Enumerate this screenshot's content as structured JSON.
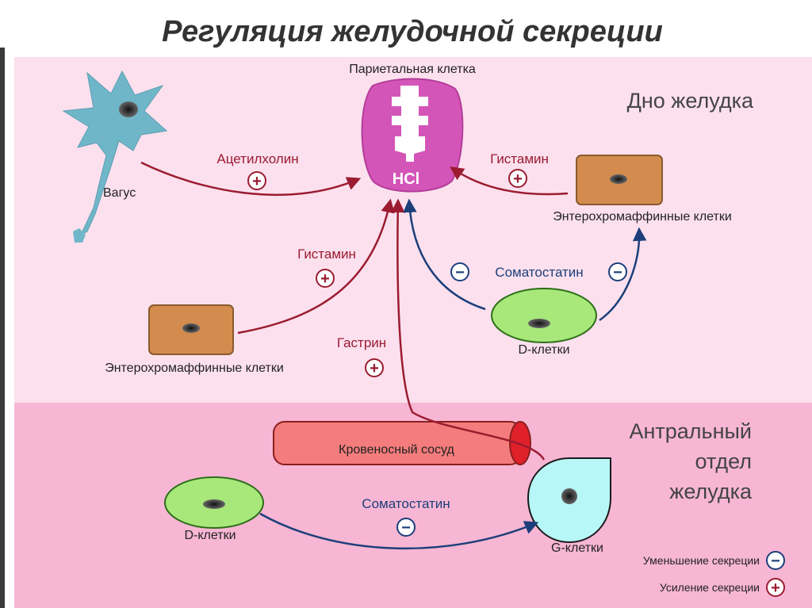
{
  "title": "Регуляция желудочной секреции",
  "zones": {
    "fundus": "Дно желудка",
    "antrum_line1": "Антральный",
    "antrum_line2": "отдел",
    "antrum_line3": "желудка"
  },
  "cells": {
    "parietal_label": "Париетальная клетка",
    "hcl": "HCl",
    "vagus": "Вагус",
    "ecl_left": "Энтерохромаффинные клетки",
    "ecl_right": "Энтерохромаффинные клетки",
    "d_cells_top": "D-клетки",
    "d_cells_bottom": "D-клетки",
    "g_cells": "G-клетки",
    "vessel": "Кровеносный сосуд"
  },
  "signals": {
    "acetylcholine": "Ацетилхолин",
    "histamine_right": "Гистамин",
    "histamine_left": "Гистамин",
    "somatostatin_top": "Соматостатин",
    "gastrin": "Гастрин",
    "somatostatin_bottom": "Соматостатин"
  },
  "signs": {
    "plus": "+",
    "minus": "−"
  },
  "legend": {
    "decrease": "Уменьшение секреции",
    "increase": "Усиление секреции"
  },
  "colors": {
    "fundus_bg": "#fce0ee",
    "antrum_bg": "#f7b6d4",
    "stimulate": "#9b1b30",
    "inhibit": "#1c3f7a",
    "parietal": "#d455b8",
    "ecl": "#d38c4e",
    "d_cell": "#a8e87a",
    "g_cell": "#b8f7f7",
    "vessel": "#f47c7c",
    "vagus": "#6fb6c8"
  }
}
